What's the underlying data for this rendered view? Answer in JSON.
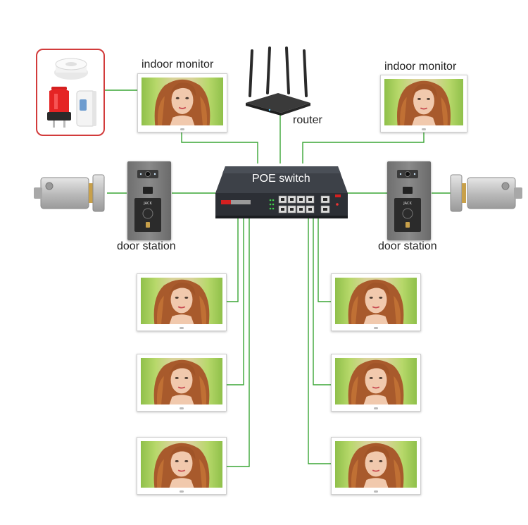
{
  "labels": {
    "router": "router",
    "poe_switch": "POE switch",
    "indoor_monitor_left": "indoor monitor",
    "indoor_monitor_right": "indoor monitor",
    "door_station_left": "door station",
    "door_station_right": "door station"
  },
  "colors": {
    "wire": "#3aa635",
    "sensor_border": "#d23b3b",
    "switch_body": "#3d4148"
  },
  "icons": {
    "router": "router-icon",
    "switch": "poe-switch-icon",
    "lock": "electric-lock-icon",
    "door_station": "door-station-icon",
    "monitor": "indoor-monitor-icon",
    "smoke_detector": "smoke-detector-icon",
    "alarm_light": "alarm-light-icon",
    "door_sensor": "door-sensor-icon"
  },
  "switch_brand": "",
  "door_station_tag": "JACK"
}
